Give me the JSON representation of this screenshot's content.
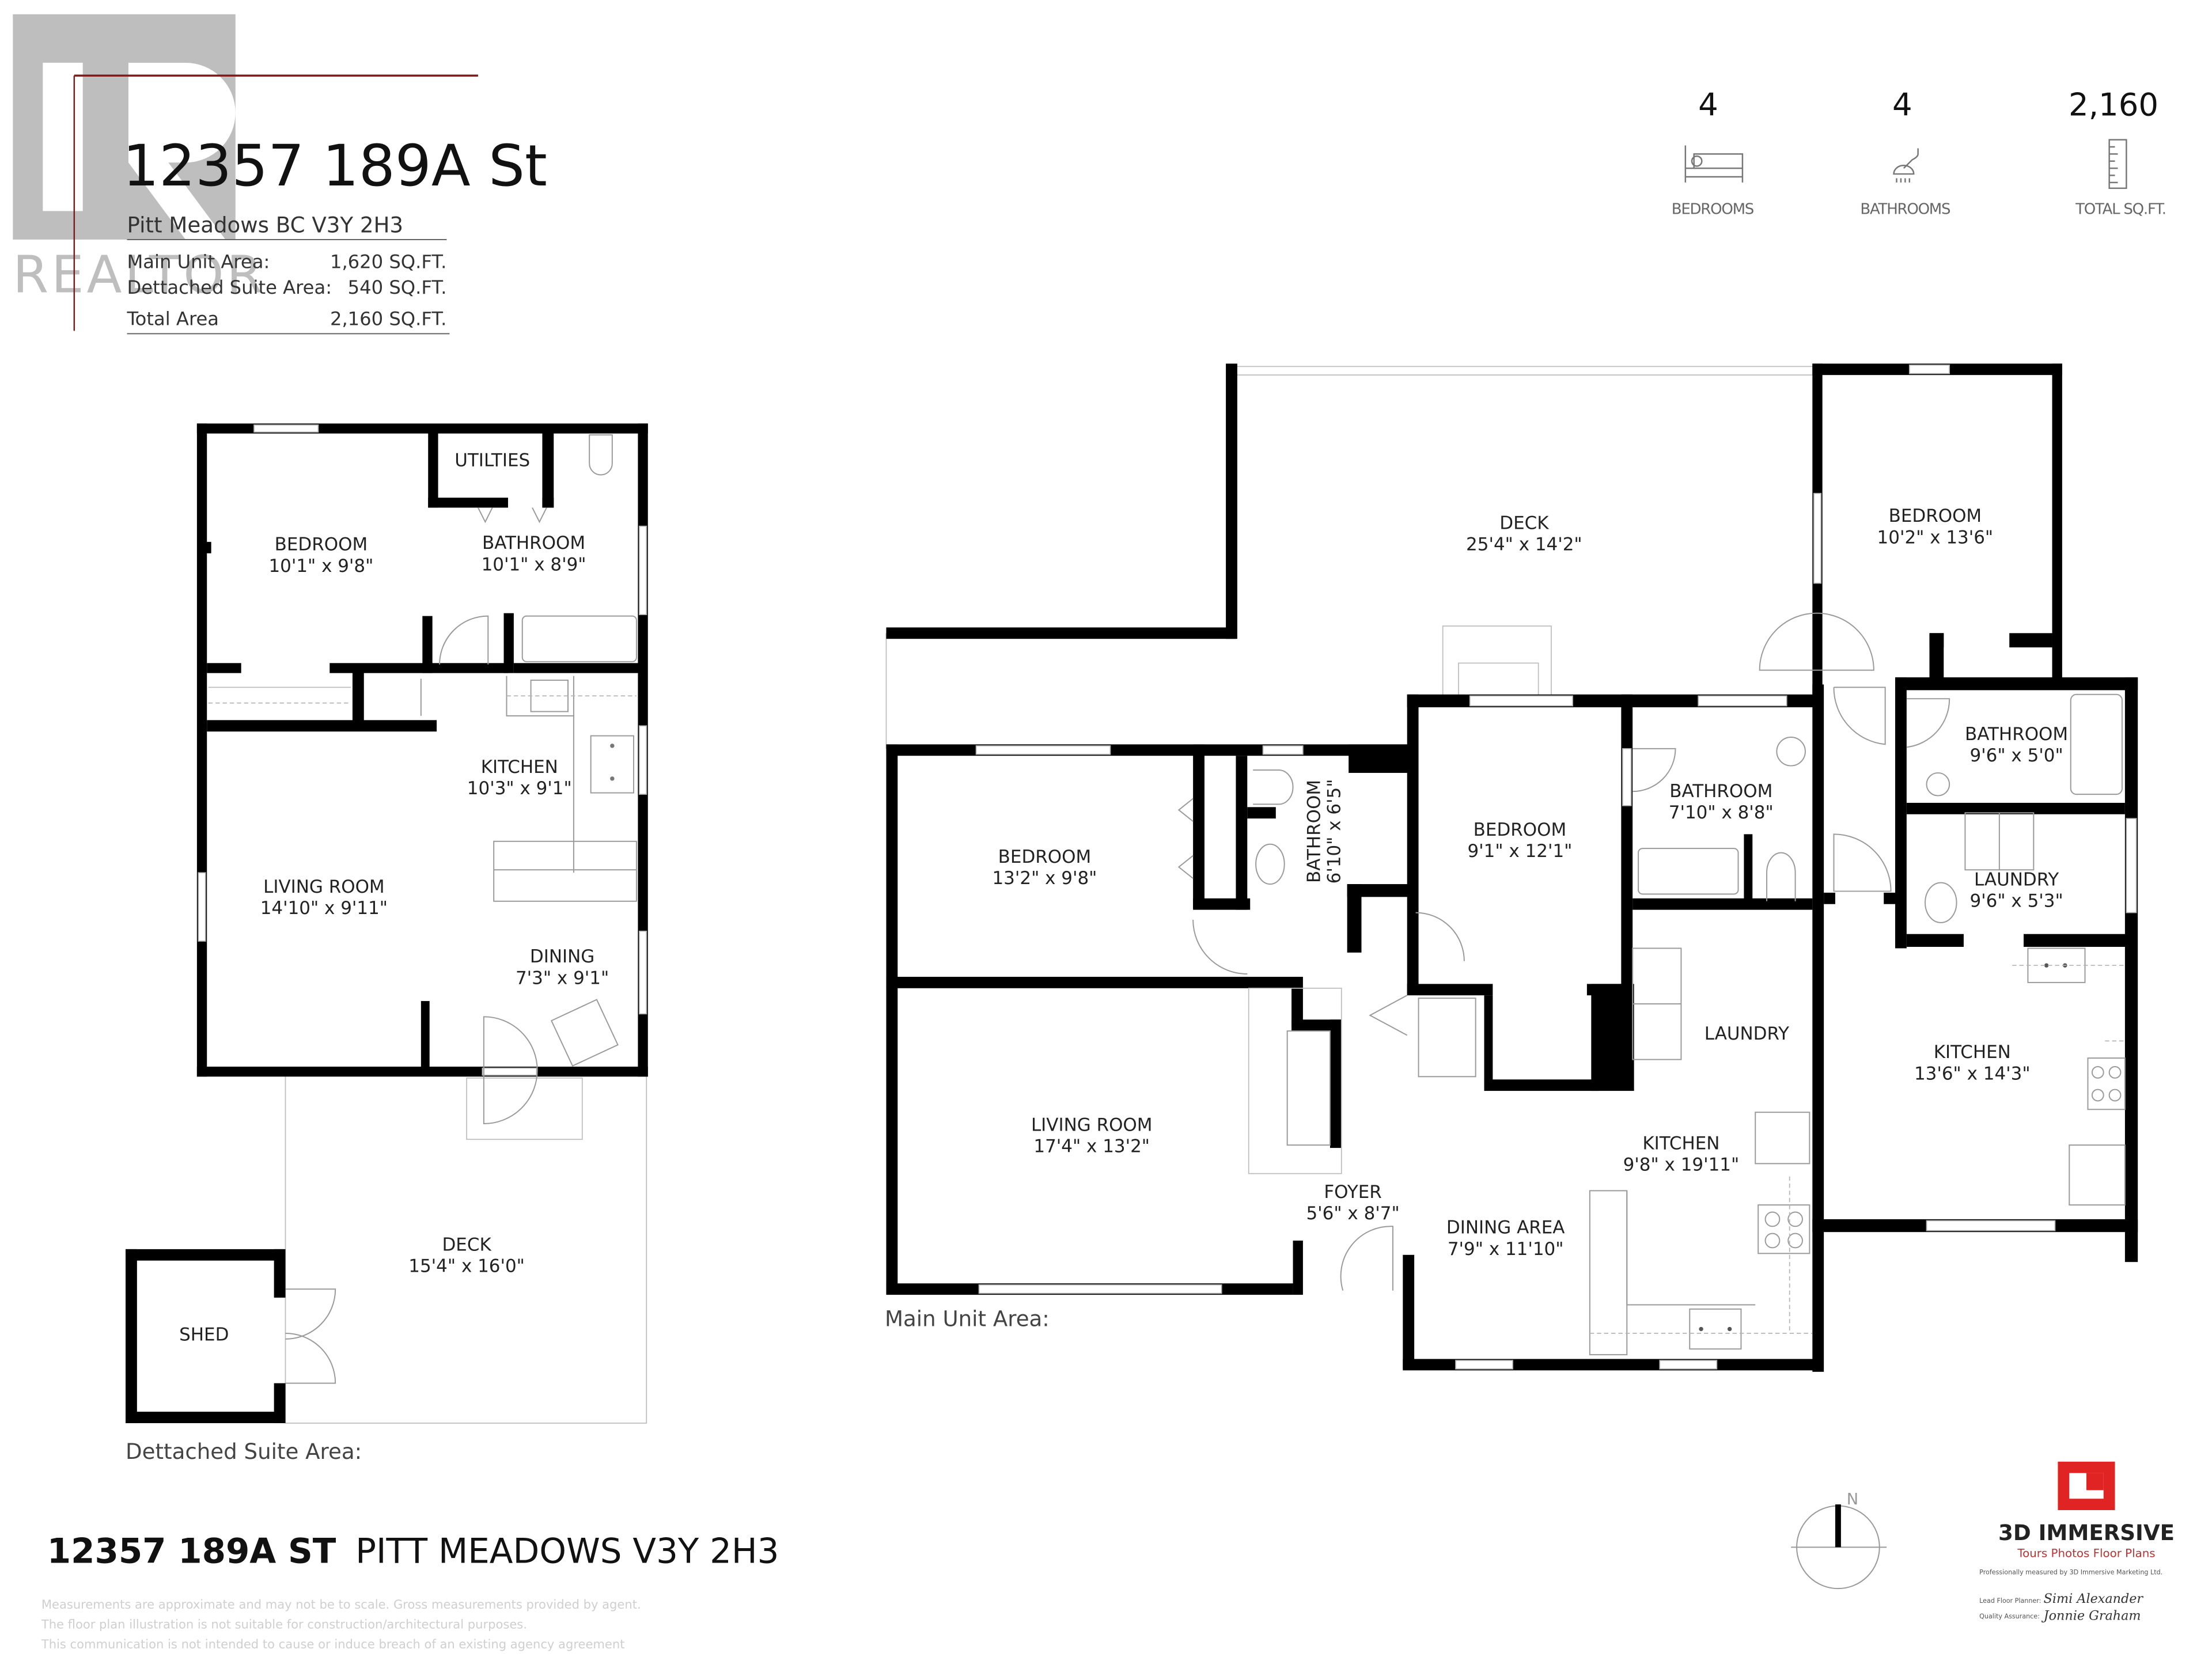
{
  "header": {
    "watermark_text": "REALTOR",
    "title": "12357 189A St",
    "subtitle": "Pitt Meadows BC V3Y 2H3",
    "areas": [
      {
        "label": "Main Unit Area:",
        "value": "1,620 SQ.FT."
      },
      {
        "label": "Dettached Suite Area:",
        "value": "540 SQ.FT."
      },
      {
        "label": "Total Area",
        "value": "2,160 SQ.FT."
      }
    ]
  },
  "stats": [
    {
      "value": "4",
      "label": "BEDROOMS",
      "icon": "bed-icon"
    },
    {
      "value": "4",
      "label": "BATHROOMS",
      "icon": "shower-icon"
    },
    {
      "value": "2,160",
      "label": "TOTAL SQ.FT.",
      "icon": "ruler-icon"
    }
  ],
  "detached_suite": {
    "section_label": "Dettached Suite Area:",
    "rooms": {
      "utilities": {
        "name": "UTILTIES"
      },
      "bedroom": {
        "name": "BEDROOM",
        "dim": "10'1\" x 9'8\""
      },
      "bathroom": {
        "name": "BATHROOM",
        "dim": "10'1\" x 8'9\""
      },
      "kitchen": {
        "name": "KITCHEN",
        "dim": "10'3\" x 9'1\""
      },
      "living": {
        "name": "LIVING ROOM",
        "dim": "14'10\" x 9'11\""
      },
      "dining": {
        "name": "DINING",
        "dim": "7'3\" x 9'1\""
      },
      "deck": {
        "name": "DECK",
        "dim": "15'4\" x 16'0\""
      },
      "shed": {
        "name": "SHED"
      }
    }
  },
  "main_unit": {
    "section_label": "Main Unit Area:",
    "rooms": {
      "deck": {
        "name": "DECK",
        "dim": "25'4\" x 14'2\""
      },
      "bedroom_ne": {
        "name": "BEDROOM",
        "dim": "10'2\" x 13'6\""
      },
      "bedroom_w": {
        "name": "BEDROOM",
        "dim": "13'2\" x 9'8\""
      },
      "bathroom_small": {
        "name": "BATHROOM",
        "dim": "6'10\" x 6'5\""
      },
      "bedroom_c": {
        "name": "BEDROOM",
        "dim": "9'1\" x 12'1\""
      },
      "bathroom_c": {
        "name": "BATHROOM",
        "dim": "7'10\" x 8'8\""
      },
      "bathroom_e": {
        "name": "BATHROOM",
        "dim": "9'6\" x 5'0\""
      },
      "laundry_e": {
        "name": "LAUNDRY",
        "dim": "9'6\" x 5'3\""
      },
      "laundry_c": {
        "name": "LAUNDRY"
      },
      "kitchen_e": {
        "name": "KITCHEN",
        "dim": "13'6\" x 14'3\""
      },
      "living": {
        "name": "LIVING ROOM",
        "dim": "17'4\" x 13'2\""
      },
      "kitchen_c": {
        "name": "KITCHEN",
        "dim": "9'8\" x 19'11\""
      },
      "foyer": {
        "name": "FOYER",
        "dim": "5'6\" x 8'7\""
      },
      "dining": {
        "name": "DINING AREA",
        "dim": "7'9\" x 11'10\""
      }
    }
  },
  "footer": {
    "address_bold": "12357 189A ST",
    "address_rest": "PITT MEADOWS V3Y 2H3",
    "disclaimer": [
      "Measurements are approximate and may not be to scale. Gross measurements provided by agent.",
      "The floor plan illustration is not suitable for construction/architectural purposes.",
      "This communication is not intended to cause or induce breach of an existing agency agreement"
    ],
    "compass_label": "N",
    "brand": {
      "name": "3D IMMERSIVE",
      "tagline": "Tours  Photos  Floor Plans",
      "measured_by": "Professionally measured by 3D Immersive Marketing Ltd.",
      "lead_label": "Lead Floor Planner:",
      "lead_sig": "Simi Alexander",
      "qa_label": "Quality Assurance:",
      "qa_sig": "Jonnie Graham",
      "accent_color": "#e02424"
    }
  }
}
